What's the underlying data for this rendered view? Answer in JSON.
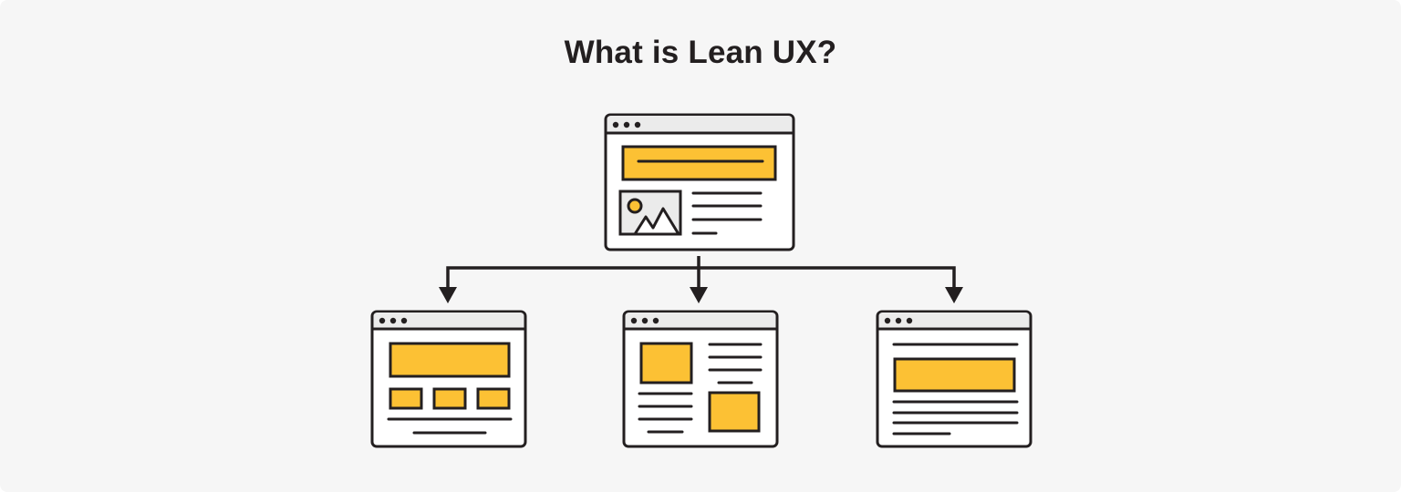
{
  "title": "What is Lean UX?",
  "colors": {
    "background": "#f6f6f6",
    "stroke": "#231f20",
    "accent": "#fcc134",
    "window_bar": "#ebebeb",
    "window_body": "#ffffff",
    "image_bg": "#ebebeb"
  },
  "diagram": {
    "root": {
      "name": "parent-wireframe",
      "elements": [
        "browser-dots",
        "banner-with-text-line",
        "image-placeholder",
        "text-lines"
      ]
    },
    "children": [
      {
        "name": "variant-a-wireframe",
        "elements": [
          "browser-dots",
          "hero-block",
          "three-cards",
          "footer-lines"
        ]
      },
      {
        "name": "variant-b-wireframe",
        "elements": [
          "browser-dots",
          "two-image-blocks",
          "text-columns"
        ]
      },
      {
        "name": "variant-c-wireframe",
        "elements": [
          "browser-dots",
          "heading-line",
          "banner-block",
          "paragraph-lines"
        ]
      }
    ],
    "connector": "branching-arrows"
  }
}
